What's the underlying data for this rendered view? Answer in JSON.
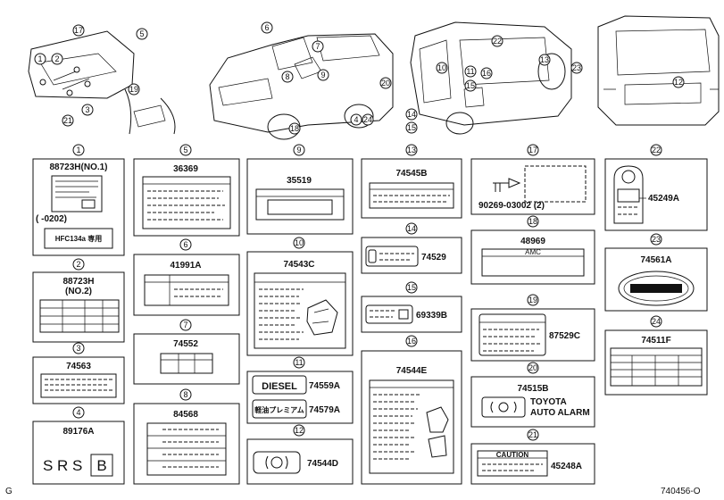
{
  "footer": {
    "left_mark": "G",
    "figure_code": "740456-O"
  },
  "callouts": [
    "1",
    "2",
    "3",
    "4",
    "5",
    "6",
    "7",
    "8",
    "9",
    "10",
    "11",
    "12",
    "13",
    "14",
    "15",
    "16",
    "17",
    "18",
    "19",
    "20",
    "21",
    "22",
    "23",
    "24",
    "15"
  ],
  "panels": {
    "p1": {
      "num": "1",
      "part": "88723H(NO.1)",
      "sub_note": "(  -0202)",
      "plate_text": "HFC134a 専用"
    },
    "p2": {
      "num": "2",
      "part": "88723H",
      "part_line2": "(NO.2)"
    },
    "p3": {
      "num": "3",
      "part": "74563"
    },
    "p4": {
      "num": "4",
      "part": "89176A",
      "srs_text": "S R S",
      "srs_b": "B"
    },
    "p5": {
      "num": "5",
      "part": "36369"
    },
    "p6": {
      "num": "6",
      "part": "41991A"
    },
    "p7": {
      "num": "7",
      "part": "74552"
    },
    "p8": {
      "num": "8",
      "part": "84568"
    },
    "p9": {
      "num": "9",
      "part": "35519"
    },
    "p10": {
      "num": "10",
      "part": "74543C"
    },
    "p11": {
      "num": "11",
      "diesel": "DIESEL",
      "part_a": "74559A",
      "premium": "軽油プレミアム",
      "part_b": "74579A"
    },
    "p12": {
      "num": "12",
      "part": "74544D"
    },
    "p13": {
      "num": "13",
      "part": "74545B"
    },
    "p14": {
      "num": "14",
      "part": "74529"
    },
    "p15": {
      "num": "15",
      "part": "69339B"
    },
    "p16": {
      "num": "16",
      "part": "74544E"
    },
    "p17": {
      "num": "17",
      "part": "90269-03002 (2)"
    },
    "p18": {
      "num": "18",
      "part": "48969",
      "amc": "AMC"
    },
    "p19": {
      "num": "19",
      "part": "87529C"
    },
    "p20": {
      "num": "20",
      "part": "74515B",
      "brand": "TOYOTA",
      "brand_line2": "AUTO ALARM"
    },
    "p21": {
      "num": "21",
      "part": "45248A",
      "caution": "CAUTION"
    },
    "p22": {
      "num": "22",
      "part": "45249A"
    },
    "p23": {
      "num": "23",
      "part": "74561A"
    },
    "p24": {
      "num": "24",
      "part": "74511F"
    }
  }
}
